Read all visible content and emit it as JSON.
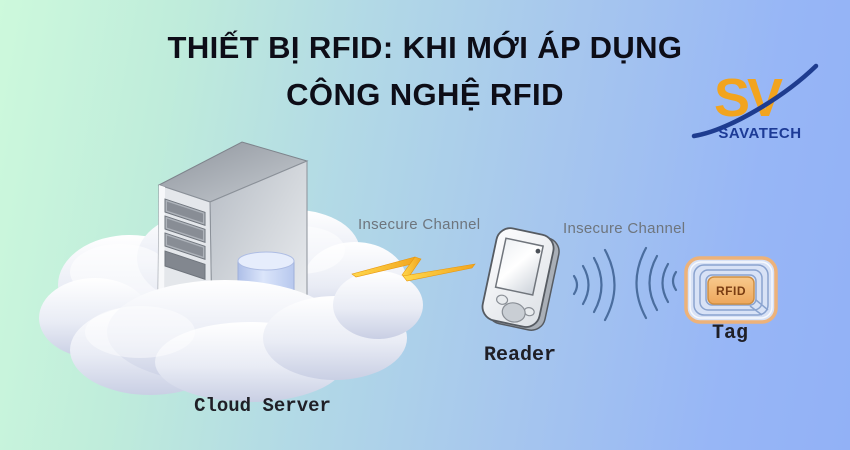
{
  "title": {
    "line1": "THIẾT BỊ RFID: KHI MỚI ÁP DỤNG",
    "line2": "CÔNG NGHỆ RFID"
  },
  "logo": {
    "monogram": "SV",
    "name": "SAVATECH"
  },
  "diagram": {
    "insecure_channel_left": "Insecure Channel",
    "insecure_channel_right": "Insecure Channel",
    "cloud_server_label": "Cloud Server",
    "reader_label": "Reader",
    "tag_label": "Tag",
    "tag_chip_label": "RFID"
  },
  "colors": {
    "background_left": "#cdf9dc",
    "background_mid": "#b2d9e6",
    "background_right": "#92b1f6",
    "title_text": "#0d0d17",
    "logo_monogram": "#f2a41e",
    "logo_name": "#1c3a96",
    "channel_label": "#6e757d",
    "lightning": "#f7b32b",
    "wave": "#4a6d9e",
    "tag_border": "#edb279",
    "chip_fill": "#f3b878",
    "chip_text": "#7a3d12"
  }
}
